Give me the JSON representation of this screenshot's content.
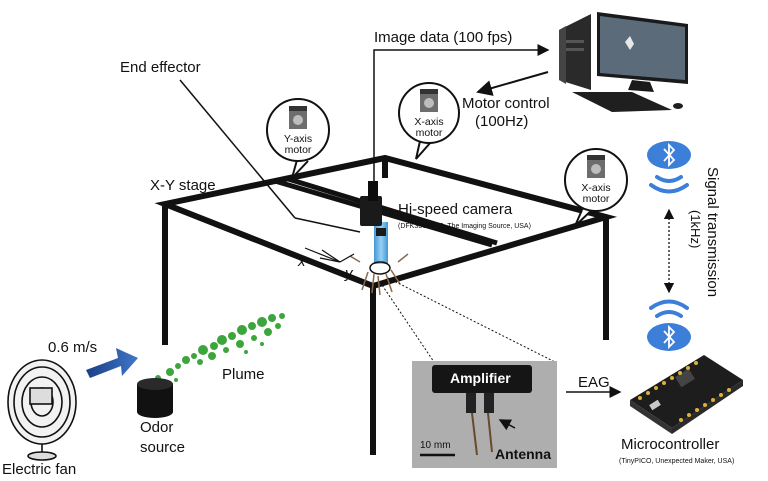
{
  "labels": {
    "image_data": "Image data (100 fps)",
    "end_effector": "End effector",
    "motor_control": "Motor control",
    "motor_control_rate": "(100Hz)",
    "xy_stage": "X-Y stage",
    "hs_camera": "Hi-speed camera",
    "hs_camera_model": "(DFK33UX273, The Imaging Source, USA)",
    "axis_x": "x",
    "axis_y": "y",
    "wind_speed": "0.6 m/s",
    "plume": "Plume",
    "odor_source_1": "Odor",
    "odor_source_2": "source",
    "electric_fan": "Electric fan",
    "amplifier": "Amplifier",
    "antenna": "Antenna",
    "scale_bar": "10 mm",
    "eag": "EAG",
    "microcontroller": "Microcontroller",
    "microcontroller_model": "(TinyPICO, Unexpected Maker, USA)",
    "signal_transmission": "Signal transmission",
    "signal_rate": "(1kHz)"
  },
  "motors": [
    {
      "line1": "Y-axis",
      "line2": "motor"
    },
    {
      "line1": "X-axis",
      "line2": "motor"
    },
    {
      "line1": "X-axis",
      "line2": "motor"
    }
  ],
  "colors": {
    "frame": "#111111",
    "arrow_blue": "#2f5fa8",
    "beam": "#4aa3df",
    "plume": "#3ca53c",
    "bluetooth": "#3b7fd9"
  },
  "icons": [
    "computer-icon",
    "stepper-motor-icon",
    "bluetooth-icon",
    "wifi-signal-icon",
    "electric-fan-icon",
    "microcontroller-board-icon",
    "camera-icon"
  ]
}
